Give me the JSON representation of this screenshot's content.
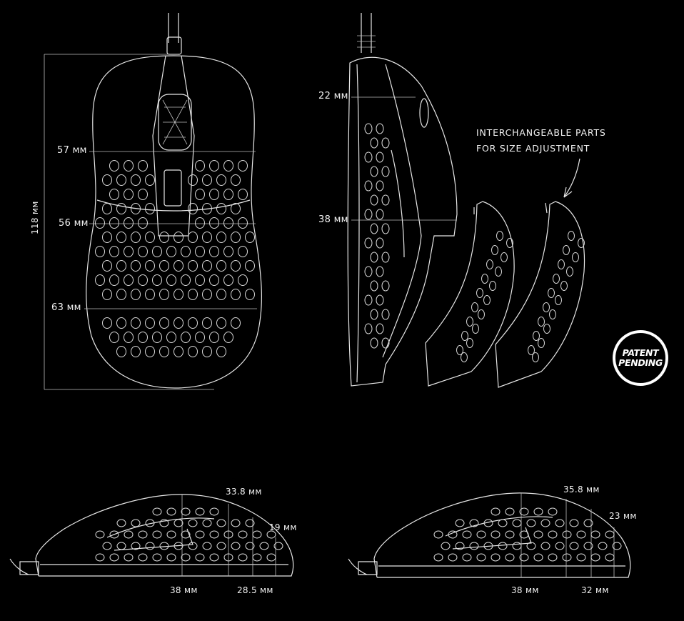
{
  "top_view": {
    "length": "118 мм",
    "width_front": "57 мм",
    "width_mid": "56 мм",
    "width_rear": "63 мм"
  },
  "side_view": {
    "height_top": "22 мм",
    "height_mid": "38 мм"
  },
  "note": {
    "line1": "INTERCHANGEABLE PARTS",
    "line2": "FOR SIZE ADJUSTMENT"
  },
  "badge": {
    "line1": "PATENT",
    "line2": "PENDING"
  },
  "profile_left": {
    "hump": "33.8 мм",
    "rear_height": "19 мм",
    "base_front": "38 мм",
    "base_rear": "28.5 мм"
  },
  "profile_right": {
    "hump": "35.8 мм",
    "rear_height": "23 мм",
    "base_front": "38 мм",
    "base_rear": "32 мм"
  },
  "colors": {
    "background": "#000000",
    "line": "#e6e6e6"
  }
}
